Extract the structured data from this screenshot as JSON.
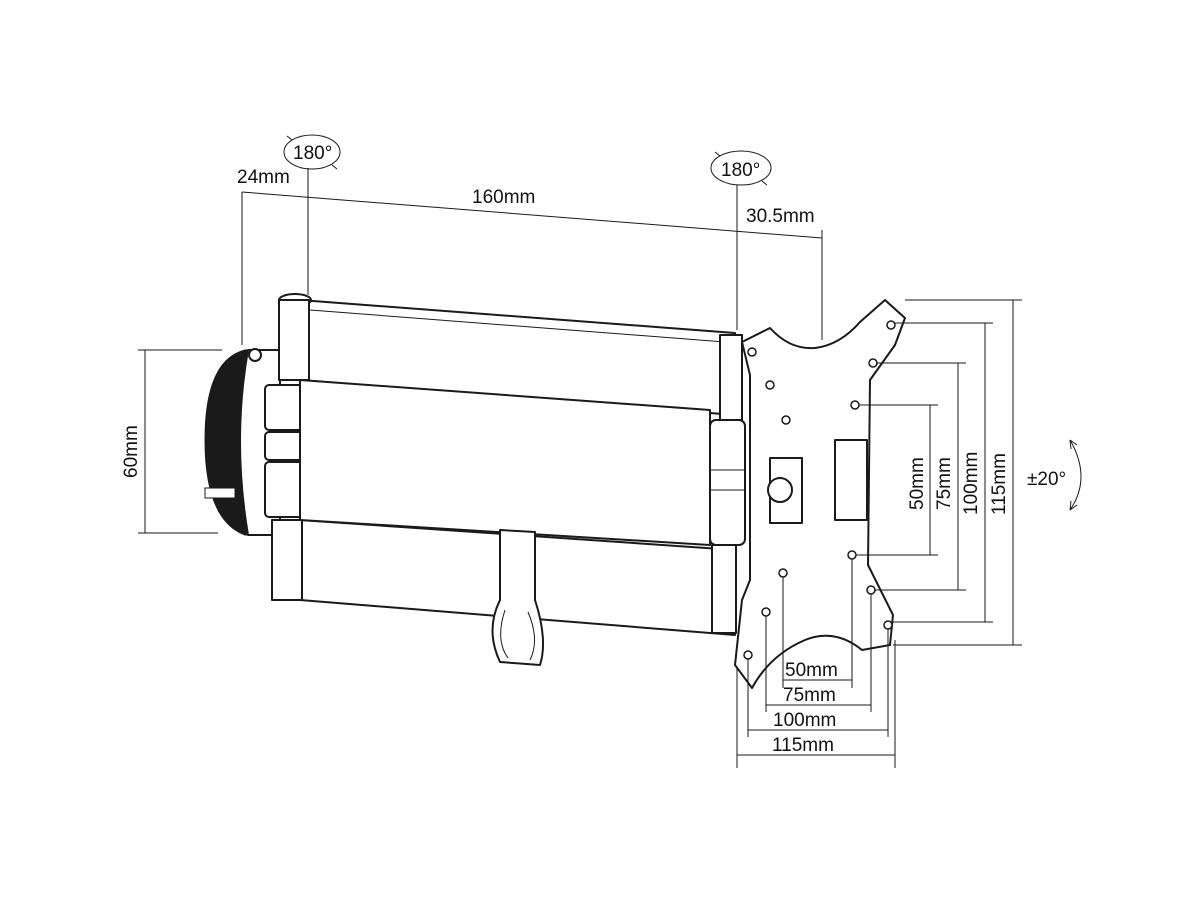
{
  "title": "Wall mount dimensions drawing",
  "rotation": {
    "arm_swivel_left": "180°",
    "arm_swivel_right": "180°",
    "tilt": "±20°"
  },
  "arm": {
    "wall_offset": "24mm",
    "arm_length": "160mm",
    "head_offset": "30.5mm",
    "wall_plate_height": "60mm"
  },
  "vesa_vertical": [
    "50mm",
    "75mm",
    "100mm",
    "115mm"
  ],
  "vesa_horizontal": [
    "50mm",
    "75mm",
    "100mm",
    "115mm"
  ]
}
